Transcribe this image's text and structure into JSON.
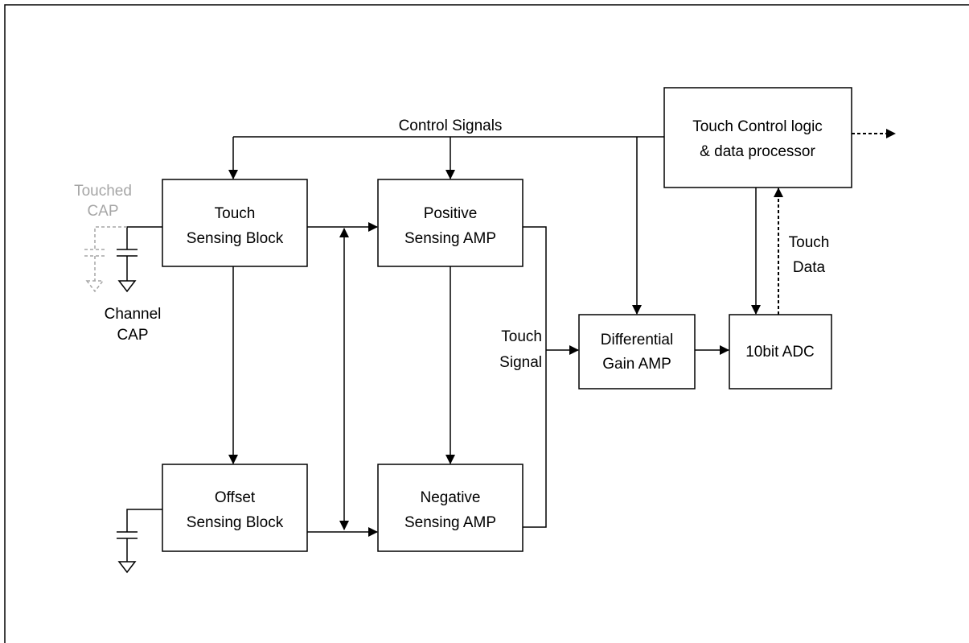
{
  "blocks": {
    "touch_sensing": [
      "Touch",
      "Sensing Block"
    ],
    "offset_sensing": [
      "Offset",
      "Sensing Block"
    ],
    "positive_amp": [
      "Positive",
      "Sensing AMP"
    ],
    "negative_amp": [
      "Negative",
      "Sensing AMP"
    ],
    "diff_gain_amp": [
      "Differential",
      "Gain AMP"
    ],
    "adc": "10bit ADC",
    "control_logic": [
      "Touch Control logic",
      "& data processor"
    ]
  },
  "labels": {
    "control_signals": "Control Signals",
    "touched_cap": [
      "Touched",
      "CAP"
    ],
    "channel_cap": [
      "Channel",
      "CAP"
    ],
    "touch_signal": [
      "Touch",
      "Signal"
    ],
    "touch_data": [
      "Touch",
      "Data"
    ]
  },
  "colors": {
    "line": "#000000",
    "touched_cap": "#a6a6a6",
    "background": "#ffffff"
  }
}
